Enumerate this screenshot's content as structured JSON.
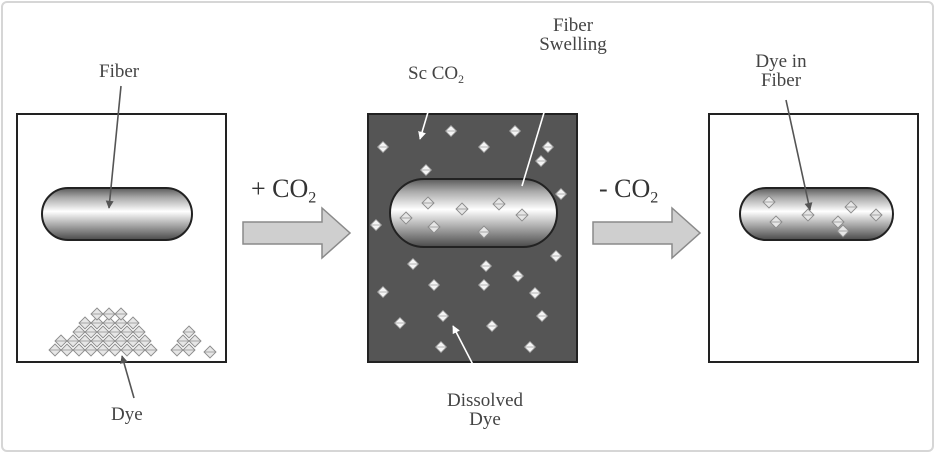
{
  "labels": {
    "fiber": "Fiber",
    "dye": "Dye",
    "sc_co2_main": "Sc CO",
    "sc_co2_sub": "2",
    "fiber_swelling_line1": "Fiber",
    "fiber_swelling_line2": "Swelling",
    "dissolved_line1": "Dissolved",
    "dissolved_line2": "Dye",
    "dye_in_fiber_line1": "Dye in",
    "dye_in_fiber_line2": "Fiber"
  },
  "operations": {
    "add_main": "+ CO",
    "add_sub": "2",
    "remove_main": "- CO",
    "remove_sub": "2"
  },
  "colors": {
    "frame_border": "#d6d6d6",
    "box_border": "#222222",
    "box_dark_fill": "#555555",
    "arrow_fill": "#cfcfcf",
    "arrow_stroke": "#8a8a8a",
    "text": "#444444",
    "crystal": "#9a9a9a"
  }
}
